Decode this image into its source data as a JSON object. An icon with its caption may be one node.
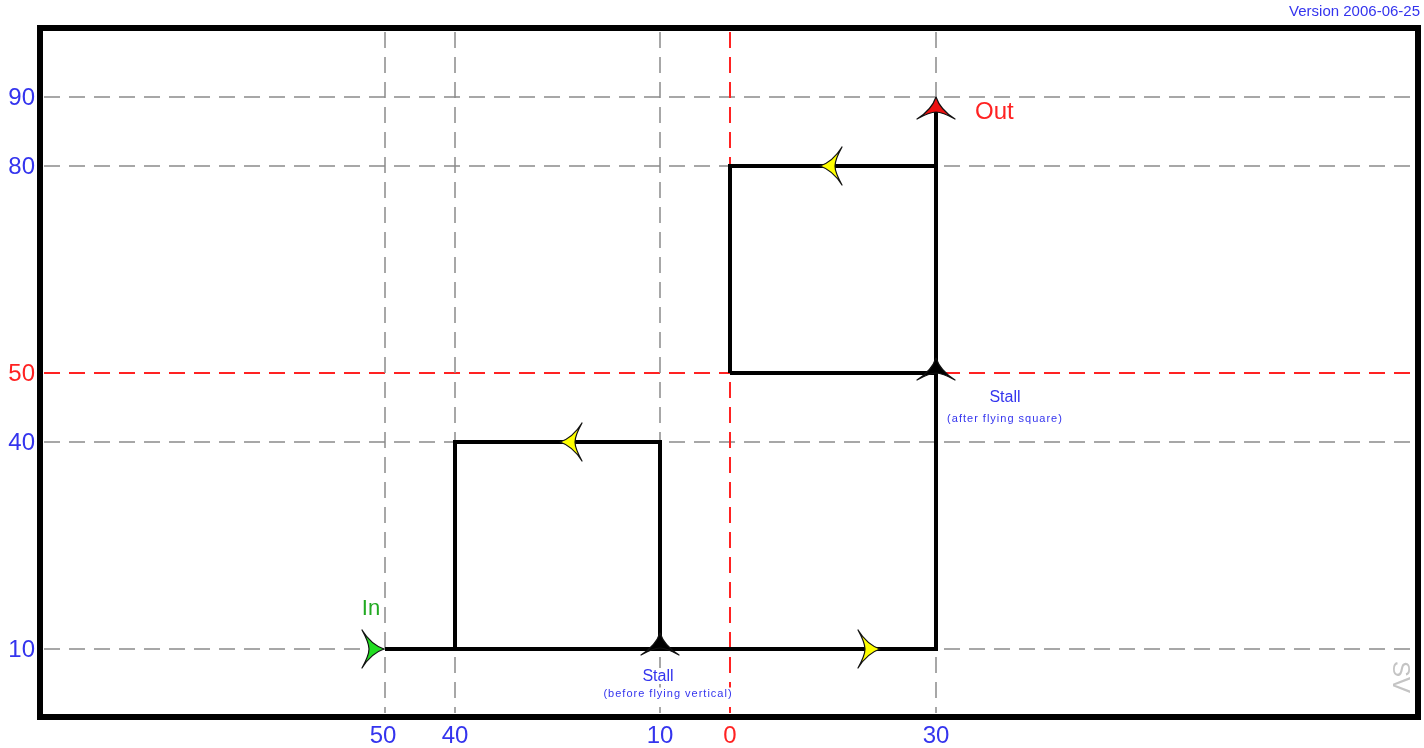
{
  "diagram": {
    "labels": [
      "Version 2006-06-25",
      "90",
      "Out",
      "80",
      "50",
      "Stall",
      "(after flying square)",
      "40",
      "In",
      "10",
      "Stall",
      "(before flying vertical)",
      "SV",
      "50",
      "40",
      "10",
      "0",
      "30"
    ]
  }
}
